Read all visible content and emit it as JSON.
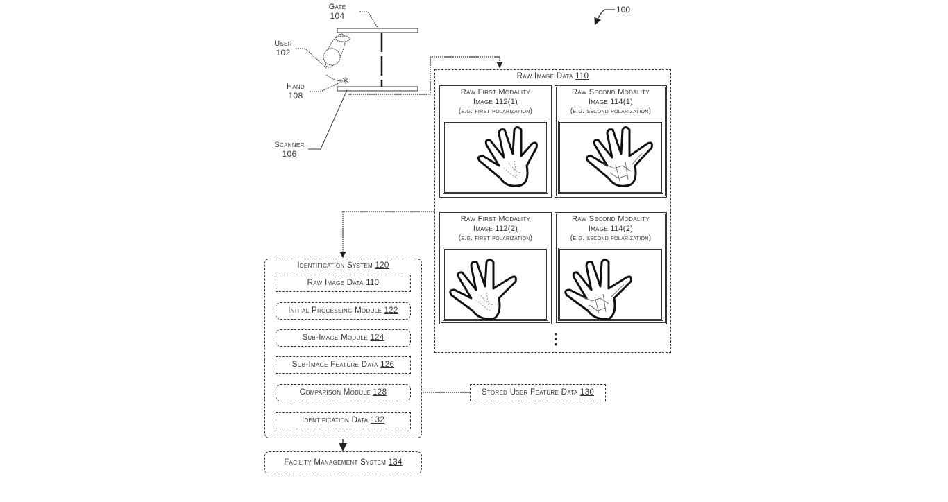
{
  "figure_ref": "100",
  "environment": {
    "gate": {
      "label": "Gate",
      "number": "104"
    },
    "user": {
      "label": "User",
      "number": "102"
    },
    "hand": {
      "label": "Hand",
      "number": "108"
    },
    "scanner": {
      "label": "Scanner",
      "number": "106"
    }
  },
  "raw_image_data": {
    "title": "Raw Image Data",
    "number": "110",
    "images": [
      {
        "line1": "Raw First Modality",
        "line2": "Image",
        "number": "112(1)",
        "note": "(e.g. first polarization)",
        "kind": "hand-surface"
      },
      {
        "line1": "Raw Second Modality",
        "line2": "Image",
        "number": "114(1)",
        "note": "(e.g. second polarization)",
        "kind": "hand-veins"
      },
      {
        "line1": "Raw First Modality",
        "line2": "Image",
        "number": "112(2)",
        "note": "(e.g. first polarization)",
        "kind": "hand-surface"
      },
      {
        "line1": "Raw Second Modality",
        "line2": "Image",
        "number": "114(2)",
        "note": "(e.g. second polarization)",
        "kind": "hand-veins"
      }
    ],
    "more_indicator": "⋮"
  },
  "identification_system": {
    "title": "Identification System",
    "number": "120",
    "items": [
      {
        "label": "Raw Image Data",
        "number": "110",
        "shape": "data"
      },
      {
        "label": "Initial Processing Module",
        "number": "122",
        "shape": "module"
      },
      {
        "label": "Sub-Image Module",
        "number": "124",
        "shape": "module"
      },
      {
        "label": "Sub-Image Feature Data",
        "number": "126",
        "shape": "data"
      },
      {
        "label": "Comparison Module",
        "number": "128",
        "shape": "module"
      },
      {
        "label": "Identification Data",
        "number": "132",
        "shape": "data"
      }
    ]
  },
  "stored_user_feature_data": {
    "label": "Stored User Feature Data",
    "number": "130"
  },
  "facility_management_system": {
    "label": "Facility Management System",
    "number": "134"
  }
}
